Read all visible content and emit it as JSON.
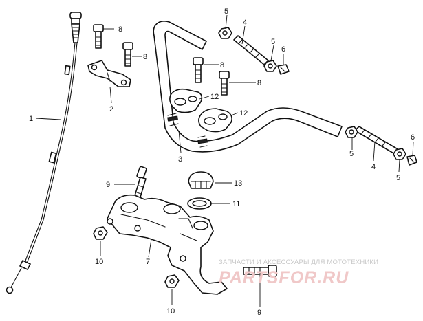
{
  "callouts": {
    "c1": "1",
    "c2": "2",
    "c3": "3",
    "c4a": "4",
    "c4b": "4",
    "c5a": "5",
    "c5b": "5",
    "c5c": "5",
    "c5d": "5",
    "c6a": "6",
    "c6b": "6",
    "c7": "7",
    "c8a": "8",
    "c8b": "8",
    "c8c": "8",
    "c8d": "8",
    "c9a": "9",
    "c9b": "9",
    "c10a": "10",
    "c10b": "10",
    "c11": "11",
    "c12a": "12",
    "c12b": "12",
    "c13": "13"
  },
  "watermark": {
    "text": "ЗАПЧАСТИ И АКСЕССУАРЫ ДЛЯ МОТОТЕХНИКИ",
    "logo": "PARTSFOR.RU"
  }
}
